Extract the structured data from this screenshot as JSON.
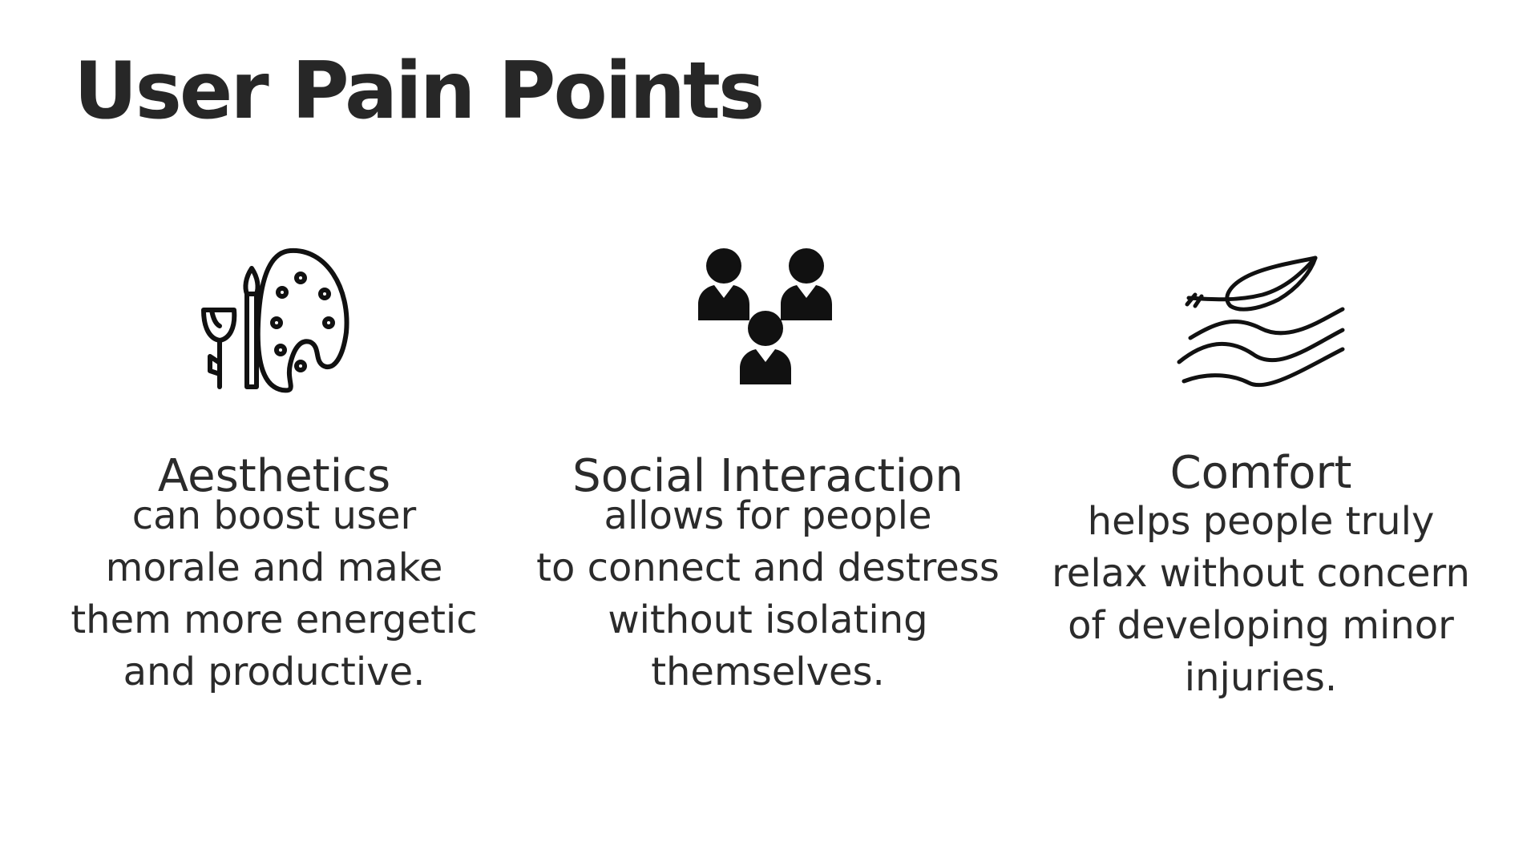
{
  "title": "User Pain Points",
  "cards": [
    {
      "icon": "art-palette-icon",
      "heading": "Aesthetics",
      "lines": [
        "can boost user",
        "morale and make",
        "them more energetic",
        "and productive."
      ]
    },
    {
      "icon": "people-group-icon",
      "heading": "Social Interaction",
      "lines": [
        "allows for people",
        "to connect and destress",
        "without isolating",
        "themselves."
      ]
    },
    {
      "icon": "feather-cushion-icon",
      "heading": "Comfort",
      "lines": [
        "helps people truly",
        "relax without concern",
        "of developing minor",
        "injuries."
      ]
    }
  ]
}
